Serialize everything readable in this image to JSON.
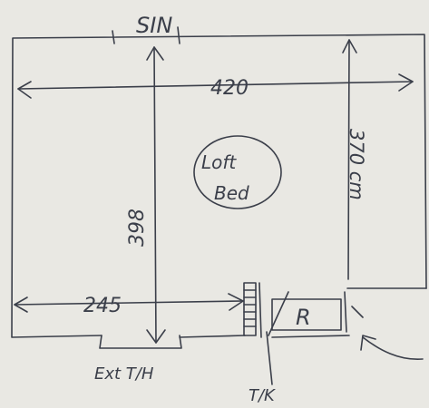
{
  "labels": {
    "top": "SIN",
    "width": "420",
    "room_line1": "Loft",
    "room_line2": "Bed",
    "depth_left": "398",
    "depth_right": "370 cm",
    "bottom_dim": "245",
    "radiator": "R",
    "ext_wall": "Ext T/H",
    "tk": "T/K"
  }
}
